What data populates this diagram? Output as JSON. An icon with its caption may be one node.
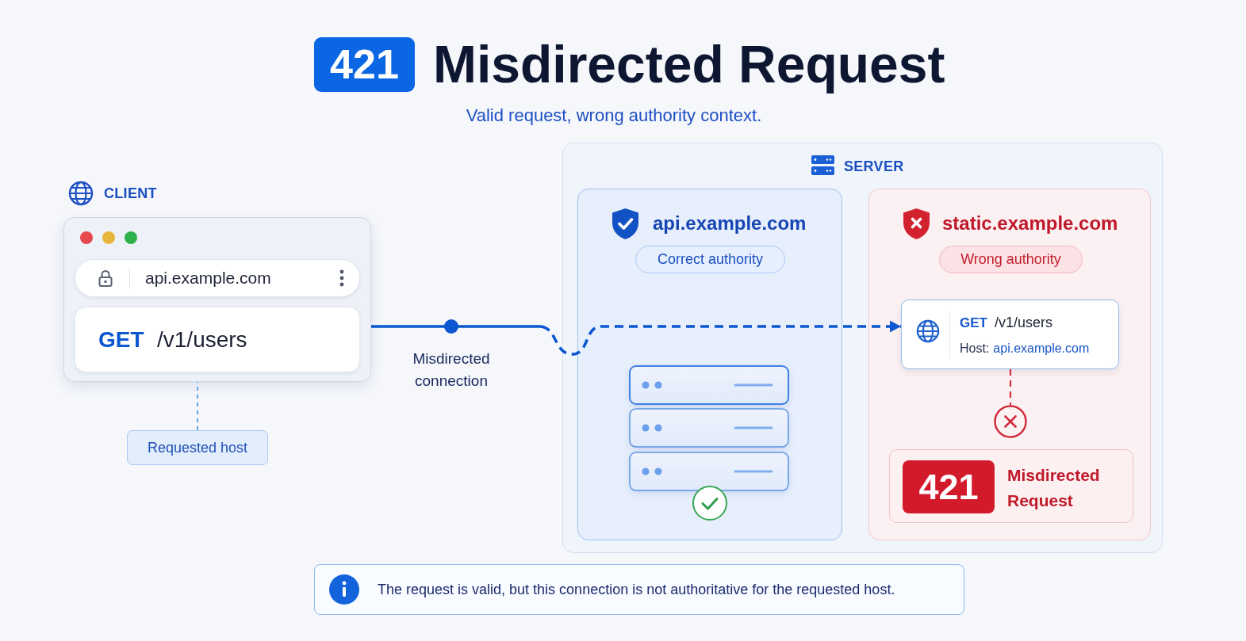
{
  "diagram": {
    "title": "Misdirected Request",
    "nodes": [
      {
        "text": [
          "CLIENT"
        ]
      },
      {
        "text": [
          "api.example.com"
        ],
        "in": 0
      },
      {
        "text": [
          "GET",
          "/v1/users"
        ],
        "in": 0
      },
      {
        "text": [
          "Requested host"
        ]
      },
      {
        "text": [
          "SERVER"
        ]
      },
      {
        "text": [
          "api.example.com"
        ],
        "in": 4
      },
      {
        "text": [
          "Correct authority"
        ],
        "in": 5
      },
      {
        "text": [
          "static.example.com"
        ],
        "in": 4
      },
      {
        "text": [
          "Wrong authority"
        ],
        "in": 7
      },
      {
        "text": [
          "GET",
          "/v1/users",
          "Host:",
          "api.example.com"
        ],
        "in": 7
      },
      {
        "text": [],
        "shape": "circle",
        "in": 7
      },
      {
        "text": [
          "Misdirected Request"
        ],
        "in": 7
      },
      {
        "text": [
          "421"
        ],
        "in": 11
      },
      {
        "text": [
          "The request is valid, but this connection is not authoritative for the requested host."
        ]
      }
    ],
    "edges": [
      {
        "from": 3,
        "to": 0,
        "arrow": "none",
        "style": "dashed",
        "color": "#5b9be6"
      },
      {
        "from": 0,
        "to": 9,
        "arrow": "to",
        "label": "Misdirected connection",
        "style": "dashed"
      },
      {
        "from": 9,
        "to": 10,
        "arrow": "none",
        "style": "dashed",
        "color": "#d22f3c"
      }
    ],
    "labels": [
      "421",
      "Valid request, wrong authority context."
    ]
  }
}
